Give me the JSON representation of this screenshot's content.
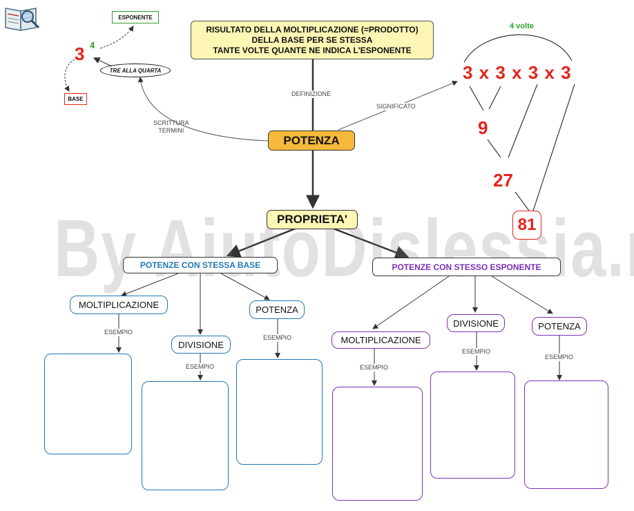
{
  "definition": {
    "line1": "RISULTATO DELLA MOLTIPLICAZIONE (=PRODOTTO)",
    "line2": "DELLA BASE PER SE STESSA",
    "line3": "TANTE VOLTE QUANTE NE INDICA L'ESPONENTE"
  },
  "central": "POTENZA",
  "properties": "PROPRIETA'",
  "power_example": {
    "base": "3",
    "exponent": "4",
    "exponent_label": "ESPONENTE",
    "base_label": "BASE",
    "reading": "TRE ALLA QUARTA"
  },
  "link_labels": {
    "definition": "DEFINIZIONE",
    "meaning": "SIGNIFICATO",
    "writing_line1": "SCRITTURA",
    "writing_line2": "TERMINI",
    "example": "ESEMPIO"
  },
  "meaning": {
    "times_label": "4 volte",
    "expression": "3 x 3 x 3 x 3",
    "step1": "9",
    "step2": "27",
    "result": "81"
  },
  "same_base": {
    "title": "POTENZE CON STESSA BASE",
    "items": [
      "MOLTIPLICAZIONE",
      "DIVISIONE",
      "POTENZA"
    ]
  },
  "same_exponent": {
    "title": "POTENZE CON STESSO ESPONENTE",
    "items": [
      "MOLTIPLICAZIONE",
      "DIVISIONE",
      "POTENZA"
    ]
  },
  "watermark": "By AiutoDislessia.net",
  "colors": {
    "blue": "#1f78b4",
    "purple": "#7b2fb5",
    "red": "#e3241b",
    "green": "#2ca02c",
    "orange": "#f6b93b",
    "cream": "#fdf6b4"
  },
  "logo_icon": "book-magnifier-icon"
}
